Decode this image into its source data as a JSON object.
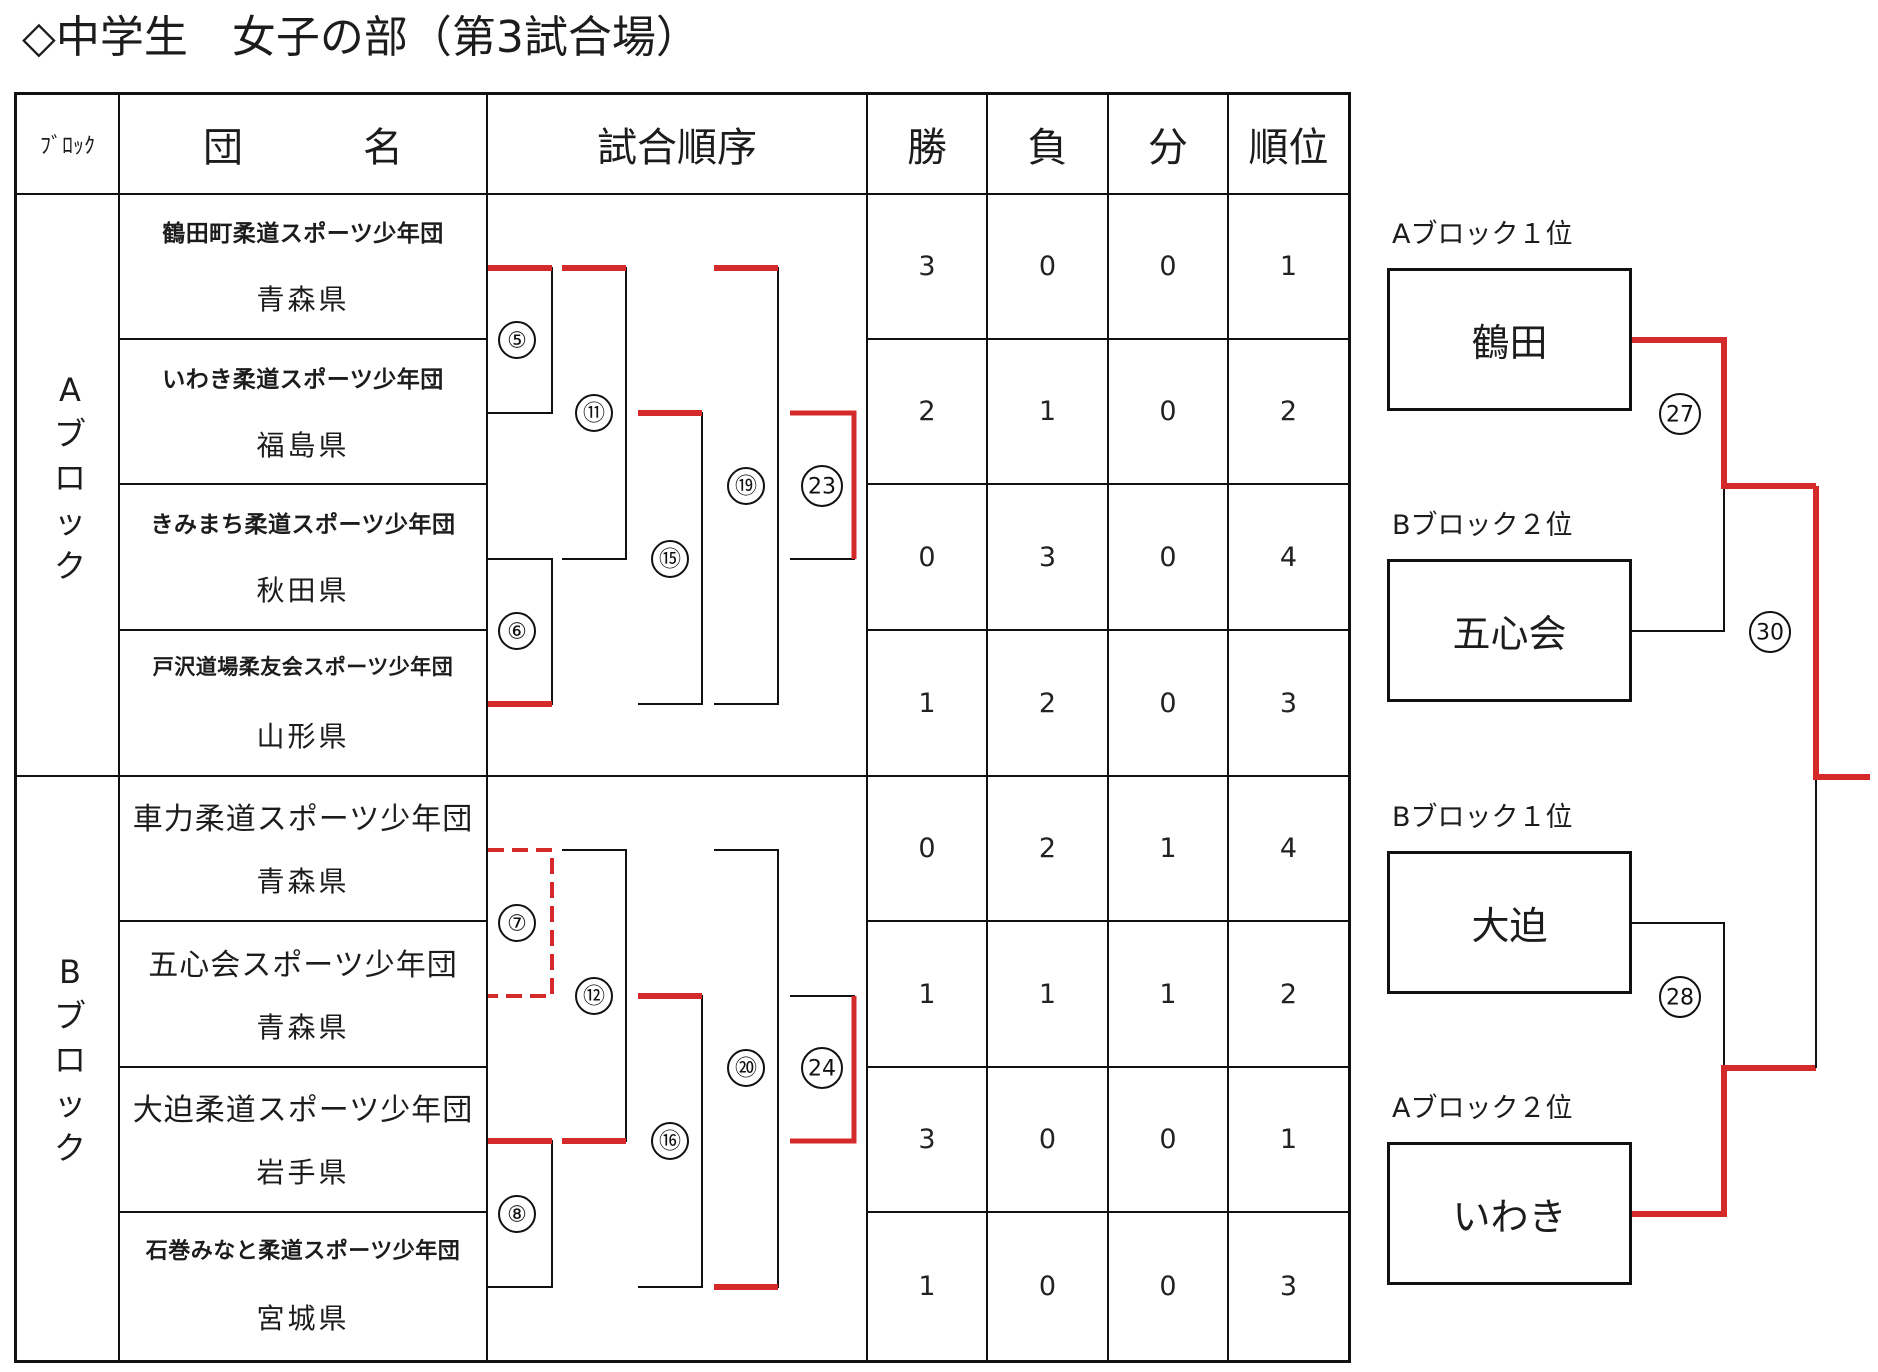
{
  "title": "◇中学生　女子の部（第3試合場）",
  "headers": {
    "block": "ﾌﾞﾛｯｸ",
    "team_name": "団　　　名",
    "order": "試合順序",
    "win": "勝",
    "loss": "負",
    "draw": "分",
    "rank": "順位"
  },
  "blocks": [
    {
      "label": "Aブロック",
      "teams": [
        {
          "name": "鶴田町柔道スポーツ少年団",
          "pref": "青森県",
          "win": "3",
          "loss": "0",
          "draw": "0",
          "rank": "1"
        },
        {
          "name": "いわき柔道スポーツ少年団",
          "pref": "福島県",
          "win": "2",
          "loss": "1",
          "draw": "0",
          "rank": "2"
        },
        {
          "name": "きみまち柔道スポーツ少年団",
          "pref": "秋田県",
          "win": "0",
          "loss": "3",
          "draw": "0",
          "rank": "4"
        },
        {
          "name": "戸沢道場柔友会スポーツ少年団",
          "pref": "山形県",
          "win": "1",
          "loss": "2",
          "draw": "0",
          "rank": "3"
        }
      ]
    },
    {
      "label": "Bブロック",
      "teams": [
        {
          "name": "車力柔道スポーツ少年団",
          "pref": "青森県",
          "win": "0",
          "loss": "2",
          "draw": "1",
          "rank": "4"
        },
        {
          "name": "五心会スポーツ少年団",
          "pref": "青森県",
          "win": "1",
          "loss": "1",
          "draw": "1",
          "rank": "2"
        },
        {
          "name": "大迫柔道スポーツ少年団",
          "pref": "岩手県",
          "win": "3",
          "loss": "0",
          "draw": "0",
          "rank": "1"
        },
        {
          "name": "石巻みなと柔道スポーツ少年団",
          "pref": "宮城県",
          "win": "1",
          "loss": "0",
          "draw": "0",
          "rank": "3"
        }
      ]
    }
  ],
  "matches": {
    "m5": "⑤",
    "m6": "⑥",
    "m7": "⑦",
    "m8": "⑧",
    "m11": "⑪",
    "m12": "⑫",
    "m15": "⑮",
    "m16": "⑯",
    "m19": "⑲",
    "m20": "⑳",
    "m23": "23",
    "m24": "24",
    "m27": "27",
    "m28": "28",
    "m30": "30"
  },
  "finals": [
    {
      "seed": "Aブロック１位",
      "team": "鶴田"
    },
    {
      "seed": "Bブロック２位",
      "team": "五心会"
    },
    {
      "seed": "Bブロック１位",
      "team": "大迫"
    },
    {
      "seed": "Aブロック２位",
      "team": "いわき"
    }
  ],
  "colors": {
    "winner_line": "#d42a2a",
    "line": "#111111"
  }
}
